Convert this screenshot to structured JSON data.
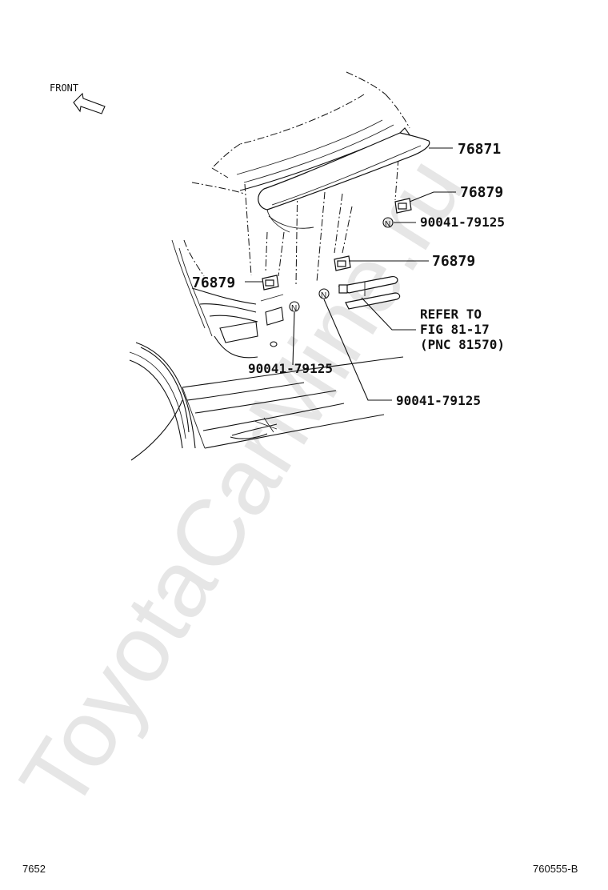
{
  "watermark": "ToyotaCarMine.ru",
  "front_label": "FRONT",
  "callouts": {
    "spoiler": "76871",
    "clip_upper_right": "76879",
    "screw_upper_right": "90041-79125",
    "clip_center": "76879",
    "clip_left": "76879",
    "refer_line1": "REFER TO",
    "refer_line2": "FIG 81-17",
    "refer_line3": "(PNC 81570)",
    "screw_left": "90041-79125",
    "screw_bottom": "90041-79125"
  },
  "screw_symbol": "N",
  "footer": {
    "page_number": "7652",
    "figure_code": "760555-B"
  }
}
